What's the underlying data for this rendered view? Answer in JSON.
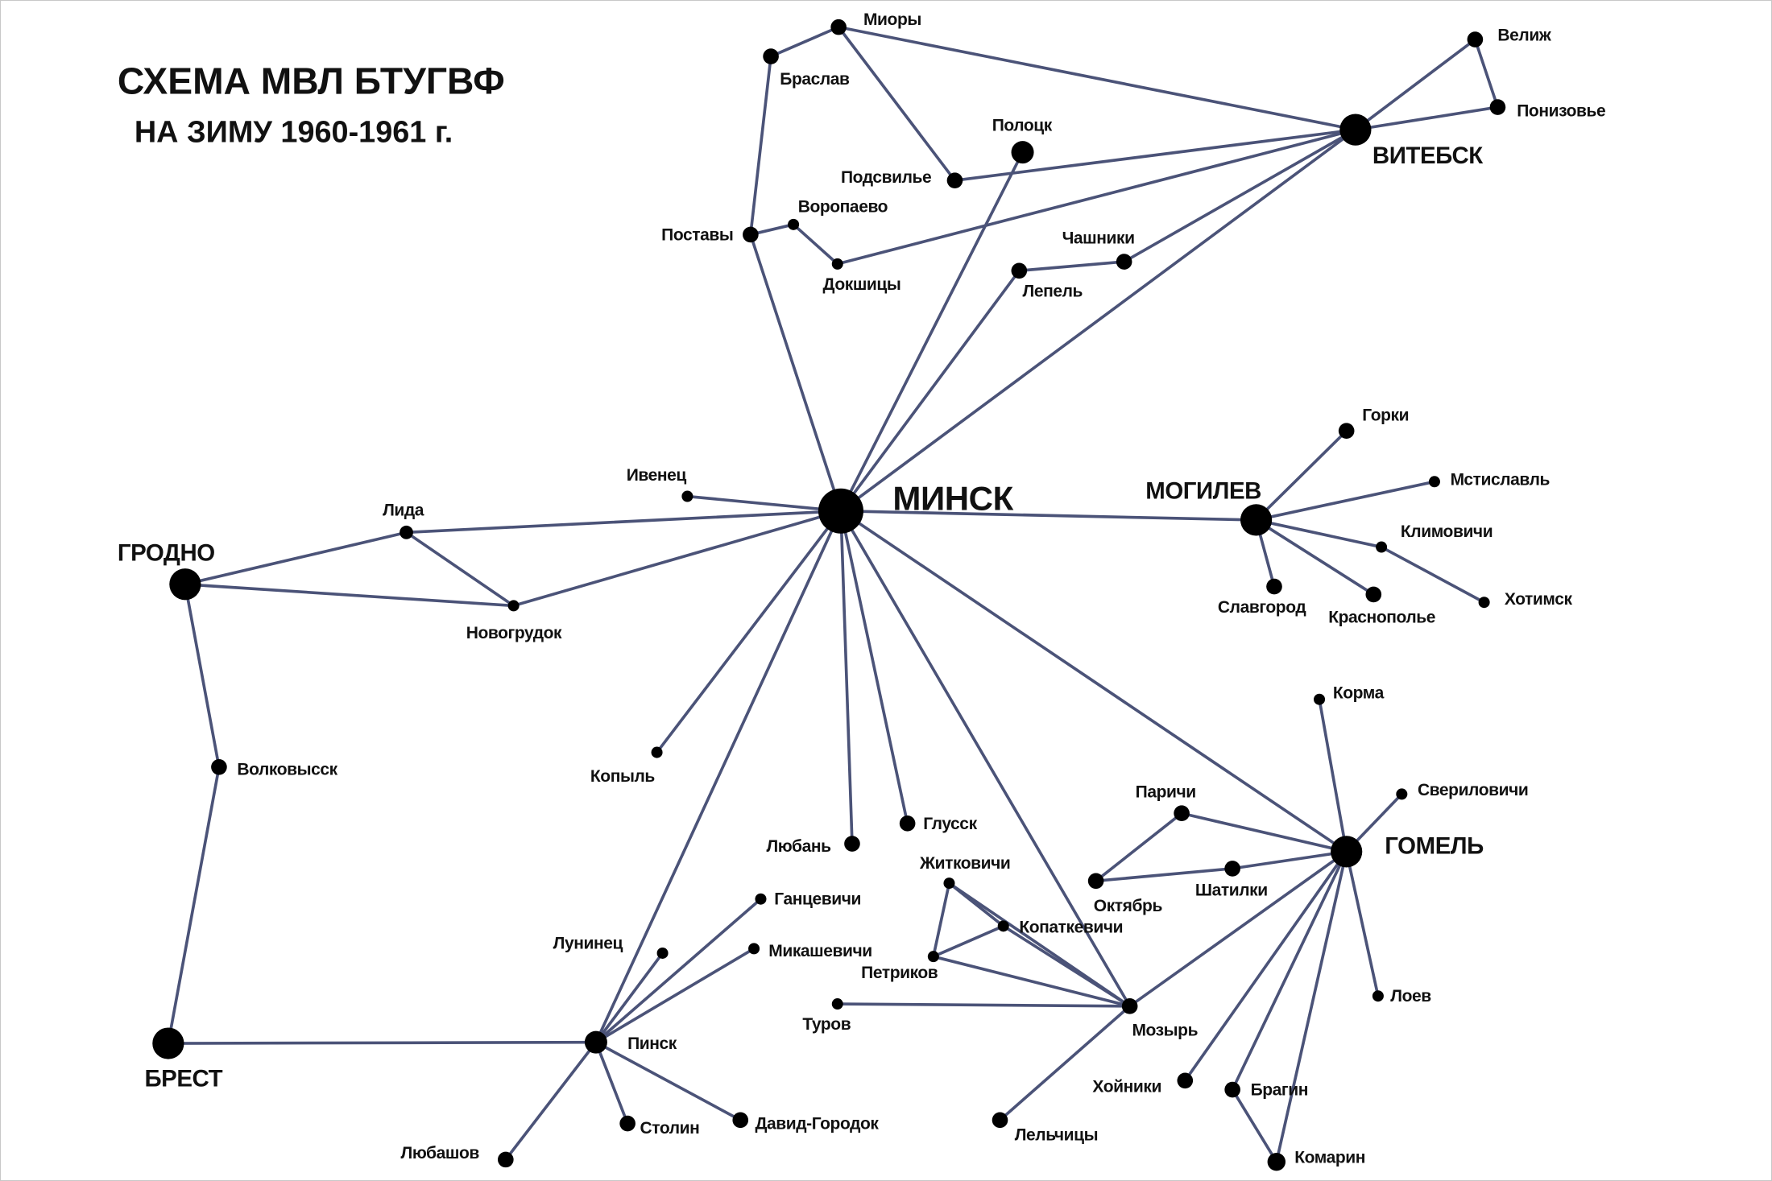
{
  "title": {
    "line1": "СХЕМА МВЛ БТУГВФ",
    "line2": "НА ЗИМУ 1960-1961 г."
  },
  "colors": {
    "edge": "#4b5378",
    "node": "#000000",
    "text": "#111111"
  },
  "nodes": [
    {
      "id": "miory",
      "label": "Миоры"
    },
    {
      "id": "braslav",
      "label": "Браслав"
    },
    {
      "id": "polotsk",
      "label": "Полоцк"
    },
    {
      "id": "podsvilye",
      "label": "Подсвилье"
    },
    {
      "id": "postavy",
      "label": "Поставы"
    },
    {
      "id": "voropaevo",
      "label": "Воропаево"
    },
    {
      "id": "dokshitsy",
      "label": "Докшицы"
    },
    {
      "id": "lepel",
      "label": "Лепель"
    },
    {
      "id": "chashniki",
      "label": "Чашники"
    },
    {
      "id": "vitebsk",
      "label": "ВИТЕБСК"
    },
    {
      "id": "velizh",
      "label": "Велиж"
    },
    {
      "id": "ponizovye",
      "label": "Понизовье"
    },
    {
      "id": "minsk",
      "label": "МИНСК"
    },
    {
      "id": "ivenets",
      "label": "Ивенец"
    },
    {
      "id": "lida",
      "label": "Лида"
    },
    {
      "id": "grodno",
      "label": "ГРОДНО"
    },
    {
      "id": "novogrudok",
      "label": "Новогрудок"
    },
    {
      "id": "volkovysk",
      "label": "Волковысск"
    },
    {
      "id": "brest",
      "label": "БРЕСТ"
    },
    {
      "id": "kopyl",
      "label": "Копыль"
    },
    {
      "id": "luban",
      "label": "Любань"
    },
    {
      "id": "glussk",
      "label": "Глусск"
    },
    {
      "id": "mogilev",
      "label": "МОГИЛЕВ"
    },
    {
      "id": "gorki",
      "label": "Горки"
    },
    {
      "id": "mstislavl",
      "label": "Мстиславль"
    },
    {
      "id": "klimovichi",
      "label": "Климовичи"
    },
    {
      "id": "khotimsk",
      "label": "Хотимск"
    },
    {
      "id": "slavgorod",
      "label": "Славгород"
    },
    {
      "id": "krasnopolye",
      "label": "Краснополье"
    },
    {
      "id": "gomel",
      "label": "ГОМЕЛЬ"
    },
    {
      "id": "korma",
      "label": "Корма"
    },
    {
      "id": "sverilovichi",
      "label": "Свериловичи"
    },
    {
      "id": "parichi",
      "label": "Паричи"
    },
    {
      "id": "oktyabr",
      "label": "Октябрь"
    },
    {
      "id": "shatilki",
      "label": "Шатилки"
    },
    {
      "id": "loev",
      "label": "Лоев"
    },
    {
      "id": "zhitkovichi",
      "label": "Житковичи"
    },
    {
      "id": "kopatkevichi",
      "label": "Копаткевичи"
    },
    {
      "id": "petrikov",
      "label": "Петриков"
    },
    {
      "id": "turov",
      "label": "Туров"
    },
    {
      "id": "mozyr",
      "label": "Мозырь"
    },
    {
      "id": "khoiniki",
      "label": "Хойники"
    },
    {
      "id": "bragin",
      "label": "Брагин"
    },
    {
      "id": "komarin",
      "label": "Комарин"
    },
    {
      "id": "lelchitsy",
      "label": "Лельчицы"
    },
    {
      "id": "pinsk",
      "label": "Пинск"
    },
    {
      "id": "gantsevichi",
      "label": "Ганцевичи"
    },
    {
      "id": "luninets",
      "label": "Лунинец"
    },
    {
      "id": "mikashevichi",
      "label": "Микашевичи"
    },
    {
      "id": "stolin",
      "label": "Столин"
    },
    {
      "id": "david_gorodok",
      "label": "Давид-Городок"
    },
    {
      "id": "lyubashov",
      "label": "Любашов"
    }
  ],
  "edges": [
    [
      "miory",
      "braslav"
    ],
    [
      "miory",
      "podsvilye"
    ],
    [
      "miory",
      "vitebsk"
    ],
    [
      "braslav",
      "postavy"
    ],
    [
      "postavy",
      "minsk"
    ],
    [
      "postavy",
      "voropaevo"
    ],
    [
      "voropaevo",
      "dokshitsy"
    ],
    [
      "dokshitsy",
      "vitebsk"
    ],
    [
      "podsvilye",
      "vitebsk"
    ],
    [
      "polotsk",
      "minsk"
    ],
    [
      "minsk",
      "lepel"
    ],
    [
      "lepel",
      "chashniki"
    ],
    [
      "chashniki",
      "vitebsk"
    ],
    [
      "minsk",
      "vitebsk"
    ],
    [
      "vitebsk",
      "velizh"
    ],
    [
      "velizh",
      "ponizovye"
    ],
    [
      "ponizovye",
      "vitebsk"
    ],
    [
      "minsk",
      "ivenets"
    ],
    [
      "minsk",
      "lida"
    ],
    [
      "minsk",
      "novogrudok"
    ],
    [
      "lida",
      "grodno"
    ],
    [
      "lida",
      "novogrudok"
    ],
    [
      "grodno",
      "novogrudok"
    ],
    [
      "grodno",
      "volkovysk"
    ],
    [
      "volkovysk",
      "brest"
    ],
    [
      "brest",
      "pinsk"
    ],
    [
      "minsk",
      "mogilev"
    ],
    [
      "mogilev",
      "gorki"
    ],
    [
      "mogilev",
      "mstislavl"
    ],
    [
      "mogilev",
      "klimovichi"
    ],
    [
      "klimovichi",
      "khotimsk"
    ],
    [
      "mogilev",
      "slavgorod"
    ],
    [
      "mogilev",
      "krasnopolye"
    ],
    [
      "minsk",
      "kopyl"
    ],
    [
      "minsk",
      "pinsk"
    ],
    [
      "minsk",
      "luban"
    ],
    [
      "minsk",
      "glussk"
    ],
    [
      "minsk",
      "mozyr"
    ],
    [
      "minsk",
      "gomel"
    ],
    [
      "gomel",
      "korma"
    ],
    [
      "gomel",
      "sverilovichi"
    ],
    [
      "gomel",
      "parichi"
    ],
    [
      "parichi",
      "oktyabr"
    ],
    [
      "oktyabr",
      "shatilki"
    ],
    [
      "shatilki",
      "gomel"
    ],
    [
      "gomel",
      "loev"
    ],
    [
      "gomel",
      "mozyr"
    ],
    [
      "gomel",
      "khoiniki"
    ],
    [
      "gomel",
      "bragin"
    ],
    [
      "gomel",
      "komarin"
    ],
    [
      "bragin",
      "komarin"
    ],
    [
      "mozyr",
      "zhitkovichi"
    ],
    [
      "zhitkovichi",
      "petrikov"
    ],
    [
      "zhitkovichi",
      "kopatkevichi"
    ],
    [
      "kopatkevichi",
      "mozyr"
    ],
    [
      "petrikov",
      "kopatkevichi"
    ],
    [
      "petrikov",
      "mozyr"
    ],
    [
      "turov",
      "mozyr"
    ],
    [
      "mozyr",
      "lelchitsy"
    ],
    [
      "pinsk",
      "gantsevichi"
    ],
    [
      "pinsk",
      "luninets"
    ],
    [
      "pinsk",
      "mikashevichi"
    ],
    [
      "pinsk",
      "stolin"
    ],
    [
      "pinsk",
      "david_gorodok"
    ],
    [
      "pinsk",
      "lyubashov"
    ]
  ]
}
